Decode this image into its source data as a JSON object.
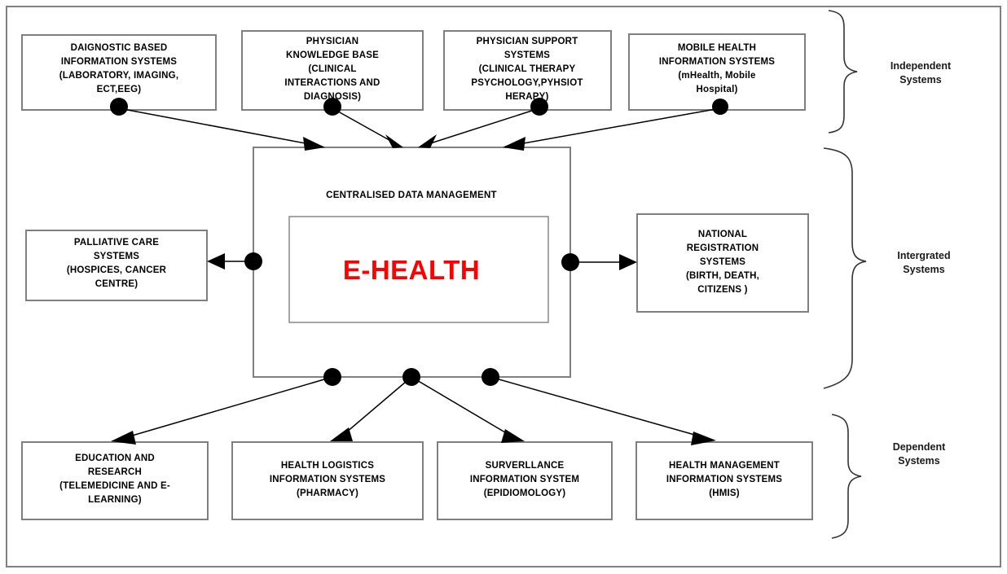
{
  "diagram": {
    "title_node": {
      "caption": "CENTRALISED DATA MANAGEMENT",
      "main_label": "E-HEALTH",
      "main_color": "#ff0000"
    },
    "groups": [
      {
        "id": "independent",
        "label_line1": "Independent",
        "label_line2": "Systems"
      },
      {
        "id": "integrated",
        "label_line1": "Intergrated",
        "label_line2": "Systems"
      },
      {
        "id": "dependent",
        "label_line1": "Dependent",
        "label_line2": "Systems"
      }
    ],
    "top_nodes": [
      {
        "id": "diagnostic",
        "lines": [
          "DAIGNOSTIC BASED",
          "INFORMATION SYSTEMS",
          "(LABORATORY, IMAGING,",
          "ECT,EEG)"
        ]
      },
      {
        "id": "physician-knowledge",
        "lines": [
          "PHYSICIAN",
          "KNOWLEDGE BASE",
          "(CLINICAL",
          "INTERACTIONS AND",
          "DIAGNOSIS)"
        ]
      },
      {
        "id": "physician-support",
        "lines": [
          "PHYSICIAN SUPPORT",
          "SYSTEMS",
          "(CLINICAL THERAPY",
          "PSYCHOLOGY,PYHSIOT",
          "HERAPY)"
        ]
      },
      {
        "id": "mobile-health",
        "lines": [
          "MOBILE HEALTH",
          "INFORMATION SYSTEMS",
          "(mHealth, Mobile",
          "Hospital)"
        ]
      }
    ],
    "side_nodes": [
      {
        "id": "palliative",
        "lines": [
          "PALLIATIVE  CARE",
          "SYSTEMS",
          "(HOSPICES, CANCER",
          "CENTRE)"
        ]
      },
      {
        "id": "national-registration",
        "lines": [
          "NATIONAL",
          "REGISTRATION",
          "SYSTEMS",
          "(BIRTH, DEATH,",
          "CITIZENS )"
        ]
      }
    ],
    "bottom_nodes": [
      {
        "id": "education-research",
        "lines": [
          "EDUCATION AND",
          "RESEARCH",
          "(TELEMEDICINE AND E-",
          "LEARNING)"
        ]
      },
      {
        "id": "health-logistics",
        "lines": [
          "HEALTH LOGISTICS",
          "INFORMATION SYSTEMS",
          "(PHARMACY)"
        ]
      },
      {
        "id": "surveillance",
        "lines": [
          "SURVERLLANCE",
          "INFORMATION SYSTEM",
          "(EPIDIOMOLOGY)"
        ]
      },
      {
        "id": "health-management",
        "lines": [
          "HEALTH MANAGEMENT",
          "INFORMATION SYSTEMS",
          "(HMIS)"
        ]
      }
    ]
  }
}
